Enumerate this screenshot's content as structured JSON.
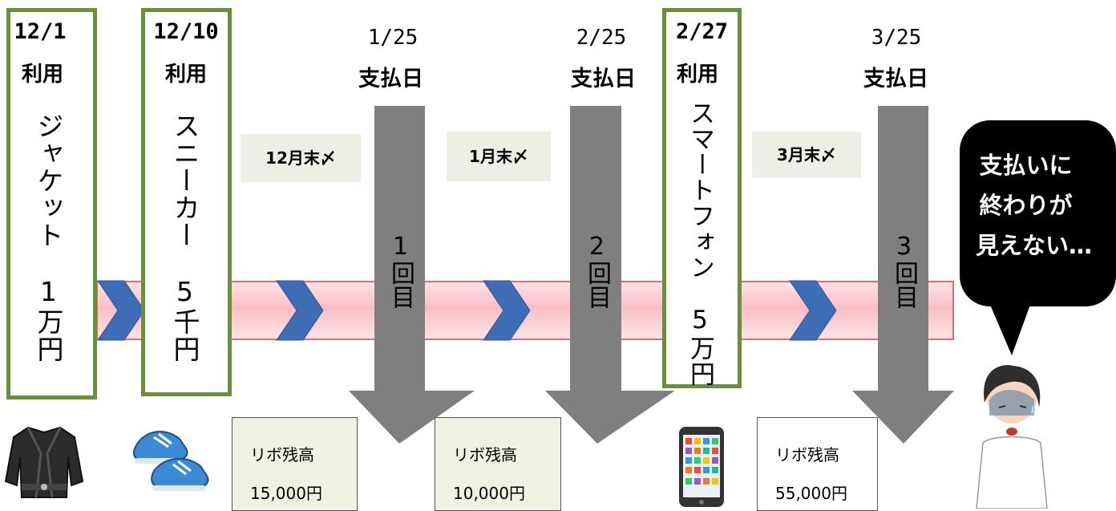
{
  "usages": [
    {
      "date": "12/1",
      "label": "利用",
      "item": "ジャケット　1万円",
      "icon": "jacket-icon"
    },
    {
      "date": "12/10",
      "label": "利用",
      "item": "スニーカー　5千円",
      "icon": "sneakers-icon"
    },
    {
      "date": "2/27",
      "label": "利用",
      "item": "スマートフォン　5万円",
      "icon": "smartphone-icon"
    }
  ],
  "month_ends": [
    "12月末〆",
    "1月末〆",
    "3月末〆"
  ],
  "payments": [
    {
      "date": "1/25",
      "label": "支払日",
      "count": "1回目"
    },
    {
      "date": "2/25",
      "label": "支払日",
      "count": "2回目"
    },
    {
      "date": "3/25",
      "label": "支払日",
      "count": "3回目"
    }
  ],
  "balances": [
    {
      "title": "リボ残高",
      "amount": "15,000円"
    },
    {
      "title": "リボ残高",
      "amount": "10,000円"
    },
    {
      "title": "リボ残高",
      "amount": "55,000円"
    }
  ],
  "speech": {
    "lines": [
      "支払いに",
      "終わりが",
      "見えない…"
    ]
  },
  "colors": {
    "usage_border": "#6b8e3a",
    "timeline_fill": "#f9bec5",
    "timeline_border": "#e06a78",
    "chevron": "#3e6db5",
    "payment_arrow": "#7f7f7f",
    "label_bg": "#efeee5",
    "balance_bg": "#eff2e2"
  }
}
